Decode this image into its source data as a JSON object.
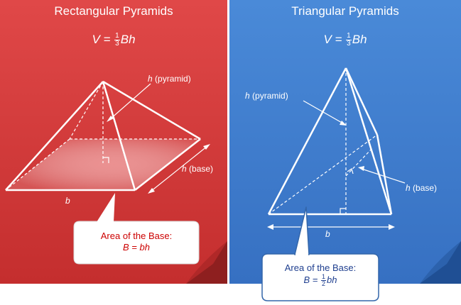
{
  "rectangular": {
    "title": "Rectangular Pyramids",
    "formula_prefix": "V = ",
    "formula_num": "1",
    "formula_den": "3",
    "formula_suffix": "Bh",
    "label_h_pyramid_var": "h",
    "label_h_pyramid_text": " (pyramid)",
    "label_h_base_var": "h",
    "label_h_base_text": " (base)",
    "label_b": "b",
    "callout_title": "Area of the Base:",
    "callout_formula": "B = bh",
    "color_bg": "#d63a3a",
    "color_text_callout": "#cc0000"
  },
  "triangular": {
    "title": "Triangular Pyramids",
    "formula_prefix": "V = ",
    "formula_num": "1",
    "formula_den": "3",
    "formula_suffix": "Bh",
    "label_h_pyramid_var": "h",
    "label_h_pyramid_text": " (pyramid)",
    "label_h_base_var": "h",
    "label_h_base_text": " (base)",
    "label_b": "b",
    "callout_title": "Area of the Base:",
    "callout_formula_prefix": "B = ",
    "callout_formula_num": "1",
    "callout_formula_den": "2",
    "callout_formula_suffix": "bh",
    "color_bg": "#3f7fd0",
    "color_text_callout": "#1f3f8f"
  }
}
